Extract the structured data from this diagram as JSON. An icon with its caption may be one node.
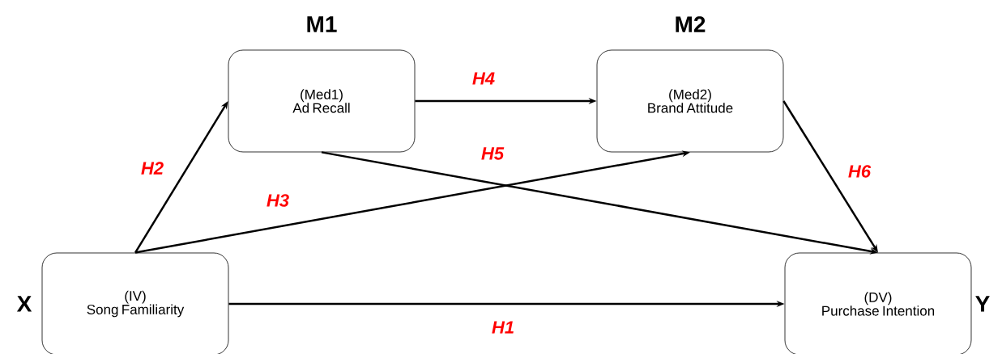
{
  "diagram": {
    "nodes": [
      {
        "text": [
          "M1",
          "(Med1)",
          "Ad Recall"
        ]
      },
      {
        "text": [
          "M2",
          "(Med2)",
          "Brand Attitude"
        ]
      },
      {
        "text": [
          "X",
          "(IV)",
          "Song Familiarity"
        ]
      },
      {
        "text": [
          "(DV)",
          "Purchase Intention",
          "Y"
        ]
      }
    ],
    "edges": [
      {
        "from": 2,
        "to": 3,
        "arrow": "to",
        "label": "H1"
      },
      {
        "from": 2,
        "to": 0,
        "arrow": "to",
        "label": "H2"
      },
      {
        "from": 2,
        "to": 1,
        "arrow": "to",
        "label": "H3"
      },
      {
        "from": 0,
        "to": 1,
        "arrow": "to",
        "label": "H4"
      },
      {
        "from": 0,
        "to": 3,
        "arrow": "to",
        "label": "H5"
      },
      {
        "from": 1,
        "to": 3,
        "arrow": "to",
        "label": "H6"
      }
    ]
  }
}
